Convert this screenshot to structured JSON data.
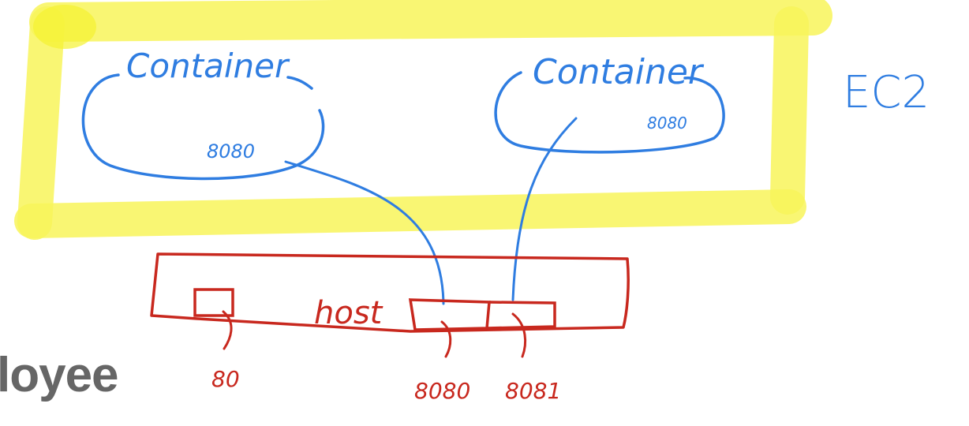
{
  "diagram": {
    "ec2_label": "EC2",
    "left_container": {
      "label": "Container",
      "port": "8080"
    },
    "right_container": {
      "label": "Container",
      "port": "8080"
    },
    "host": {
      "label": "host",
      "ports": [
        "80",
        "8080",
        "8081"
      ]
    }
  },
  "background_text": "loyee",
  "colors": {
    "highlight": "#f8f55a",
    "container_ink": "#2f7de1",
    "host_ink": "#c8281e",
    "bottom_text": "#666666"
  }
}
